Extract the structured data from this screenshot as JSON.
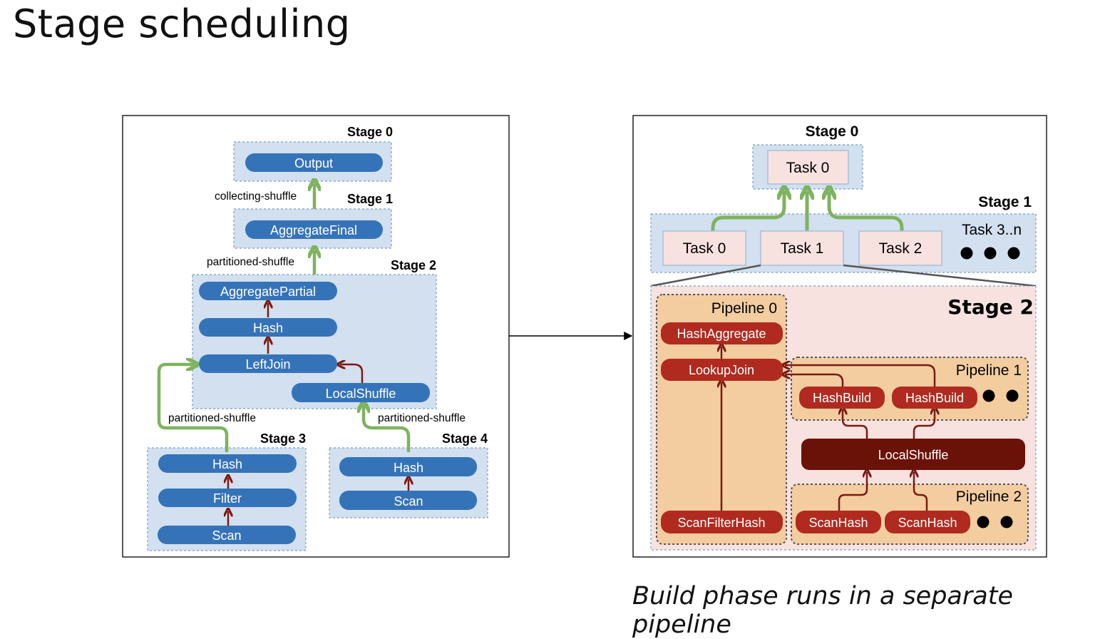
{
  "title": "Stage scheduling",
  "caption": "Build phase runs in a separate pipeline",
  "left": {
    "stages": {
      "s0": "Stage 0",
      "s1": "Stage 1",
      "s2": "Stage 2",
      "s3": "Stage 3",
      "s4": "Stage 4"
    },
    "nodes": {
      "output": "Output",
      "aggregate_final": "AggregateFinal",
      "aggregate_partial": "AggregatePartial",
      "hash": "Hash",
      "left_join": "LeftJoin",
      "local_shuffle": "LocalShuffle",
      "s3_hash": "Hash",
      "s3_filter": "Filter",
      "s3_scan": "Scan",
      "s4_hash": "Hash",
      "s4_scan": "Scan"
    },
    "edges": {
      "collecting": "collecting-shuffle",
      "partitioned_1": "partitioned-shuffle",
      "partitioned_3": "partitioned-shuffle",
      "partitioned_4": "partitioned-shuffle"
    }
  },
  "right": {
    "stages": {
      "s0": "Stage 0",
      "s1": "Stage 1",
      "s2": "Stage 2"
    },
    "stage0_task": "Task 0",
    "stage1_tasks": [
      "Task 0",
      "Task 1",
      "Task 2"
    ],
    "stage1_more": "Task 3..n",
    "pipelines": {
      "p0": "Pipeline 0",
      "p1": "Pipeline 1",
      "p2": "Pipeline 2"
    },
    "nodes": {
      "hash_aggregate": "HashAggregate",
      "lookup_join": "LookupJoin",
      "scan_filter_hash": "ScanFilterHash",
      "hash_build_1": "HashBuild",
      "hash_build_2": "HashBuild",
      "local_shuffle": "LocalShuffle",
      "scan_hash_1": "ScanHash",
      "scan_hash_2": "ScanHash"
    }
  },
  "colors": {
    "stage_fill": "#d2e0f0",
    "node_blue": "#3573b9",
    "arrow_green": "#7eb35f",
    "arrow_dark_red": "#7a1a12",
    "node_red": "#b02a1f",
    "node_dark": "#6a1208",
    "pipeline_fill": "#f3cda0",
    "stage2_fill": "#f8e2e0"
  }
}
